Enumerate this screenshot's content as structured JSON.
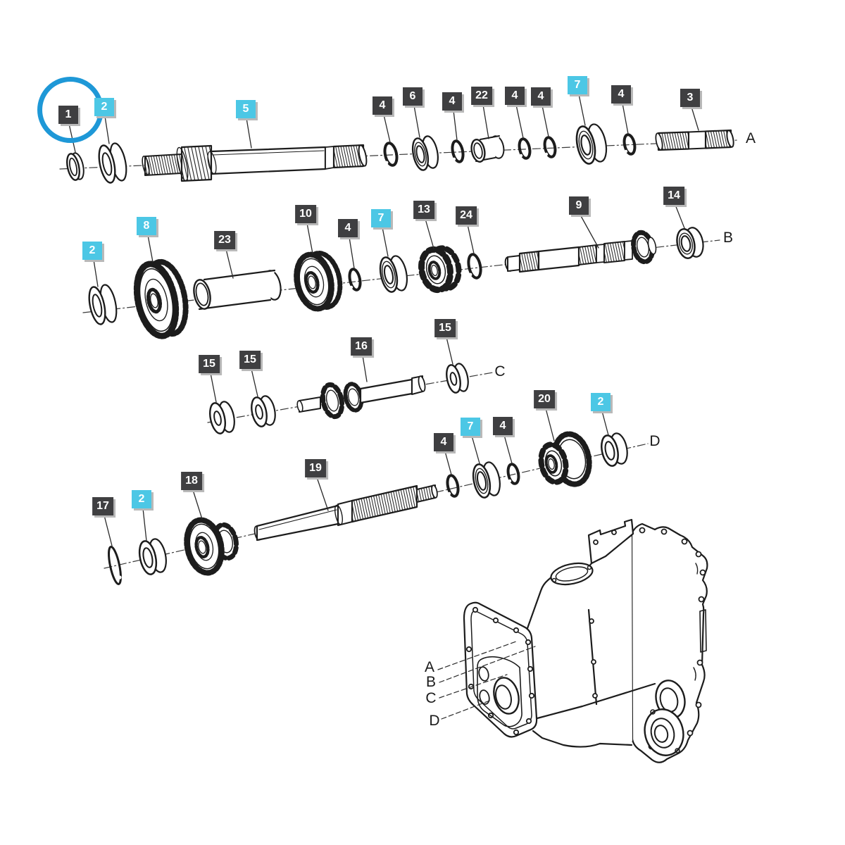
{
  "diagram": {
    "type": "exploded-parts-diagram (tractor gearbox)",
    "colors": {
      "label_dark": "#3f3f41",
      "label_cyan": "#4cc7e5",
      "label_text": "#ffffff",
      "label_shadow": "#b9b9b9",
      "highlight_circle": "#1e98d7",
      "line": "#1c1c1c"
    },
    "highlight": {
      "circled_label": "1"
    },
    "labels": [
      {
        "text": "1",
        "style": "dark"
      },
      {
        "text": "2",
        "style": "cyan"
      },
      {
        "text": "5",
        "style": "cyan"
      },
      {
        "text": "4",
        "style": "dark"
      },
      {
        "text": "6",
        "style": "dark"
      },
      {
        "text": "4",
        "style": "dark"
      },
      {
        "text": "22",
        "style": "dark"
      },
      {
        "text": "4",
        "style": "dark"
      },
      {
        "text": "4",
        "style": "dark"
      },
      {
        "text": "7",
        "style": "cyan"
      },
      {
        "text": "4",
        "style": "dark"
      },
      {
        "text": "3",
        "style": "dark"
      },
      {
        "text": "2",
        "style": "cyan"
      },
      {
        "text": "8",
        "style": "cyan"
      },
      {
        "text": "23",
        "style": "dark"
      },
      {
        "text": "10",
        "style": "dark"
      },
      {
        "text": "4",
        "style": "dark"
      },
      {
        "text": "7",
        "style": "cyan"
      },
      {
        "text": "13",
        "style": "dark"
      },
      {
        "text": "24",
        "style": "dark"
      },
      {
        "text": "9",
        "style": "dark"
      },
      {
        "text": "14",
        "style": "dark"
      },
      {
        "text": "15",
        "style": "dark"
      },
      {
        "text": "15",
        "style": "dark"
      },
      {
        "text": "16",
        "style": "dark"
      },
      {
        "text": "15",
        "style": "dark"
      },
      {
        "text": "4",
        "style": "dark"
      },
      {
        "text": "7",
        "style": "cyan"
      },
      {
        "text": "4",
        "style": "dark"
      },
      {
        "text": "20",
        "style": "dark"
      },
      {
        "text": "2",
        "style": "cyan"
      },
      {
        "text": "17",
        "style": "dark"
      },
      {
        "text": "2",
        "style": "cyan"
      },
      {
        "text": "18",
        "style": "dark"
      },
      {
        "text": "19",
        "style": "dark"
      }
    ],
    "axis_letters": [
      {
        "text": "A"
      },
      {
        "text": "B"
      },
      {
        "text": "C"
      },
      {
        "text": "D"
      }
    ],
    "housing_callouts": [
      {
        "text": "A"
      },
      {
        "text": "B"
      },
      {
        "text": "C"
      },
      {
        "text": "D"
      }
    ]
  }
}
